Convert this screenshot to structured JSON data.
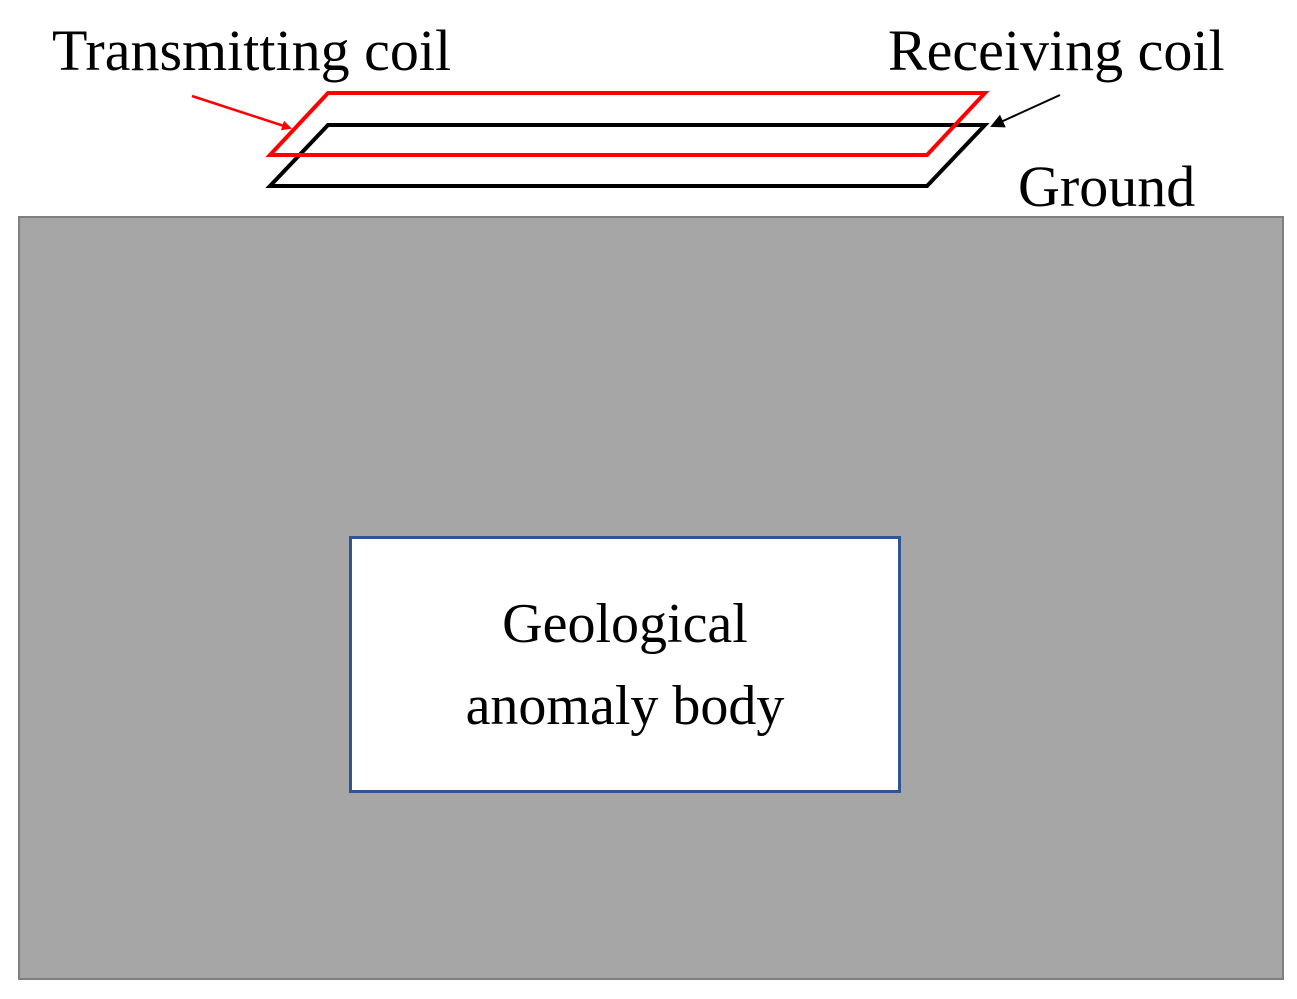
{
  "labels": {
    "transmitting_coil": "Transmitting coil",
    "receiving_coil": "Receiving coil",
    "ground": "Ground"
  },
  "anomaly": {
    "line1": "Geological",
    "line2": "anomaly body"
  },
  "colors": {
    "transmitting_coil": "#ff0000",
    "receiving_coil": "#000000",
    "ground_fill": "#a6a6a6",
    "ground_border": "#7f7f7f",
    "anomaly_border": "#2f5597"
  }
}
